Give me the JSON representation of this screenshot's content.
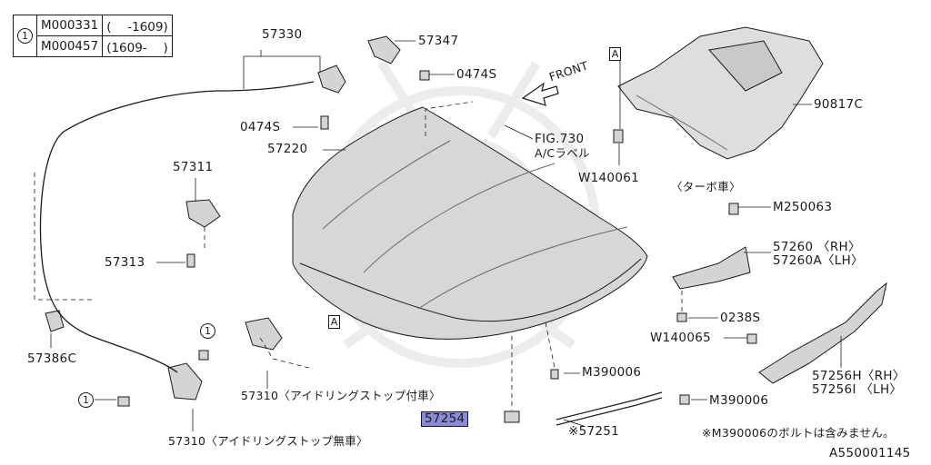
{
  "legend": {
    "marker": "1",
    "rows": [
      {
        "code": "M000331",
        "range": "(　 -1609)"
      },
      {
        "code": "M000457",
        "range": "(1609-　 )"
      }
    ]
  },
  "parts": {
    "p57330": "57330",
    "p57347": "57347",
    "p0474s_a": "0474S",
    "p0474s_b": "0474S",
    "p57220": "57220",
    "p57311": "57311",
    "p57313": "57313",
    "p57386c": "57386C",
    "p57310_a": "57310〈アイドリングストップ付車〉",
    "p57310_b": "57310〈アイドリングストップ無車〉",
    "p57254": "57254",
    "p57251": "※57251",
    "p_m390006_a": "M390006",
    "p_m390006_b": "M390006",
    "p_w140061": "W140061",
    "p_w140065": "W140065",
    "p90817c": "90817C",
    "turbo_note": "〈ターボ車〉",
    "p_m250063": "M250063",
    "p57260": "57260 〈RH〉",
    "p57260a": "57260A〈LH〉",
    "p0238s": "0238S",
    "p57256h": "57256H〈RH〉",
    "p57256i": "57256I 〈LH〉",
    "fig_ref": "FIG.730",
    "fig_ref_sub": "A/Cラベル",
    "front": "FRONT"
  },
  "markers": {
    "a": "A",
    "one": "1"
  },
  "footnote": "※M390006のボルトは含みません。",
  "diagram_id": "A550001145",
  "highlight_part": "57254",
  "colors": {
    "highlight": "#8a8ad8",
    "line": "#1a1a1a",
    "part_fill": "#d4d4d4",
    "watermark": "#ececec"
  }
}
